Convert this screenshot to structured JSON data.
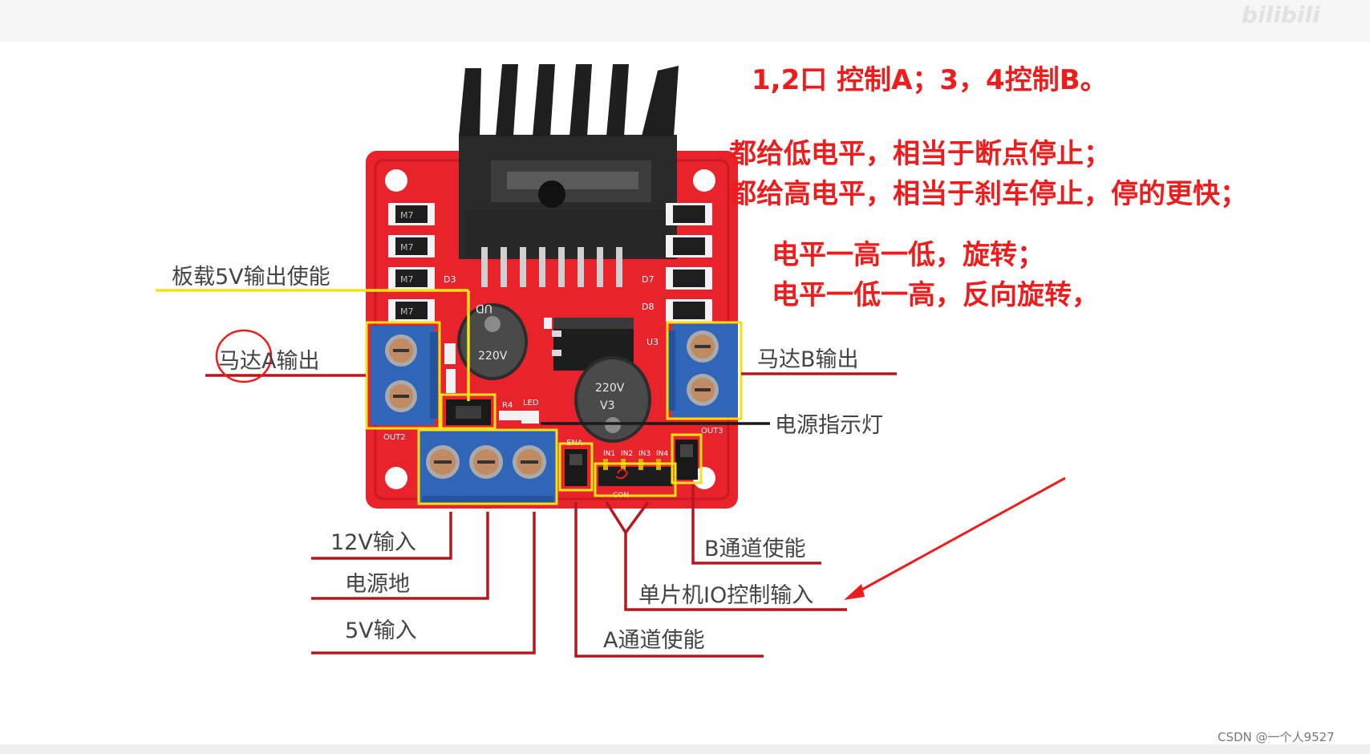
{
  "annotations": {
    "line1": "1,2口 控制A；3，4控制B。",
    "line2": "都给低电平，相当于断点停止；",
    "line3": "都给高电平，相当于刹车停止，停的更快；",
    "line4": "电平一高一低，旋转；",
    "line5": "电平一低一高，反向旋转，"
  },
  "labels": {
    "onboard_5v": "板载5V输出使能",
    "motor_a": "马达A输出",
    "motor_b": "马达B输出",
    "power_led": "电源指示灯",
    "v12_input": "12V输入",
    "gnd": "电源地",
    "v5_input": "5V输入",
    "ch_b_enable": "B通道使能",
    "mcu_io": "单片机IO控制输入",
    "ch_a_enable": "A通道使能"
  },
  "board_silk": {
    "m7": "M7",
    "d3": "D3",
    "d7": "D7",
    "d8": "D8",
    "u3": "U3",
    "r4": "R4",
    "led": "LED",
    "out2": "OUT2",
    "out3": "OUT3",
    "en_a": "ENA",
    "in1": "IN1",
    "in2": "IN2",
    "in3": "IN3",
    "in4": "IN4",
    "con": "CON",
    "cap_brand": "UD",
    "cap_value": "220V",
    "cap_volt": "V3"
  },
  "watermark": "bilibili",
  "footer": "CSDN @一个人9527",
  "colors": {
    "board": "#e8232b",
    "terminal": "#2f66b8",
    "highlight": "#f2e21a",
    "annotation": "#ee1c1c",
    "leader": "#b4181f"
  }
}
